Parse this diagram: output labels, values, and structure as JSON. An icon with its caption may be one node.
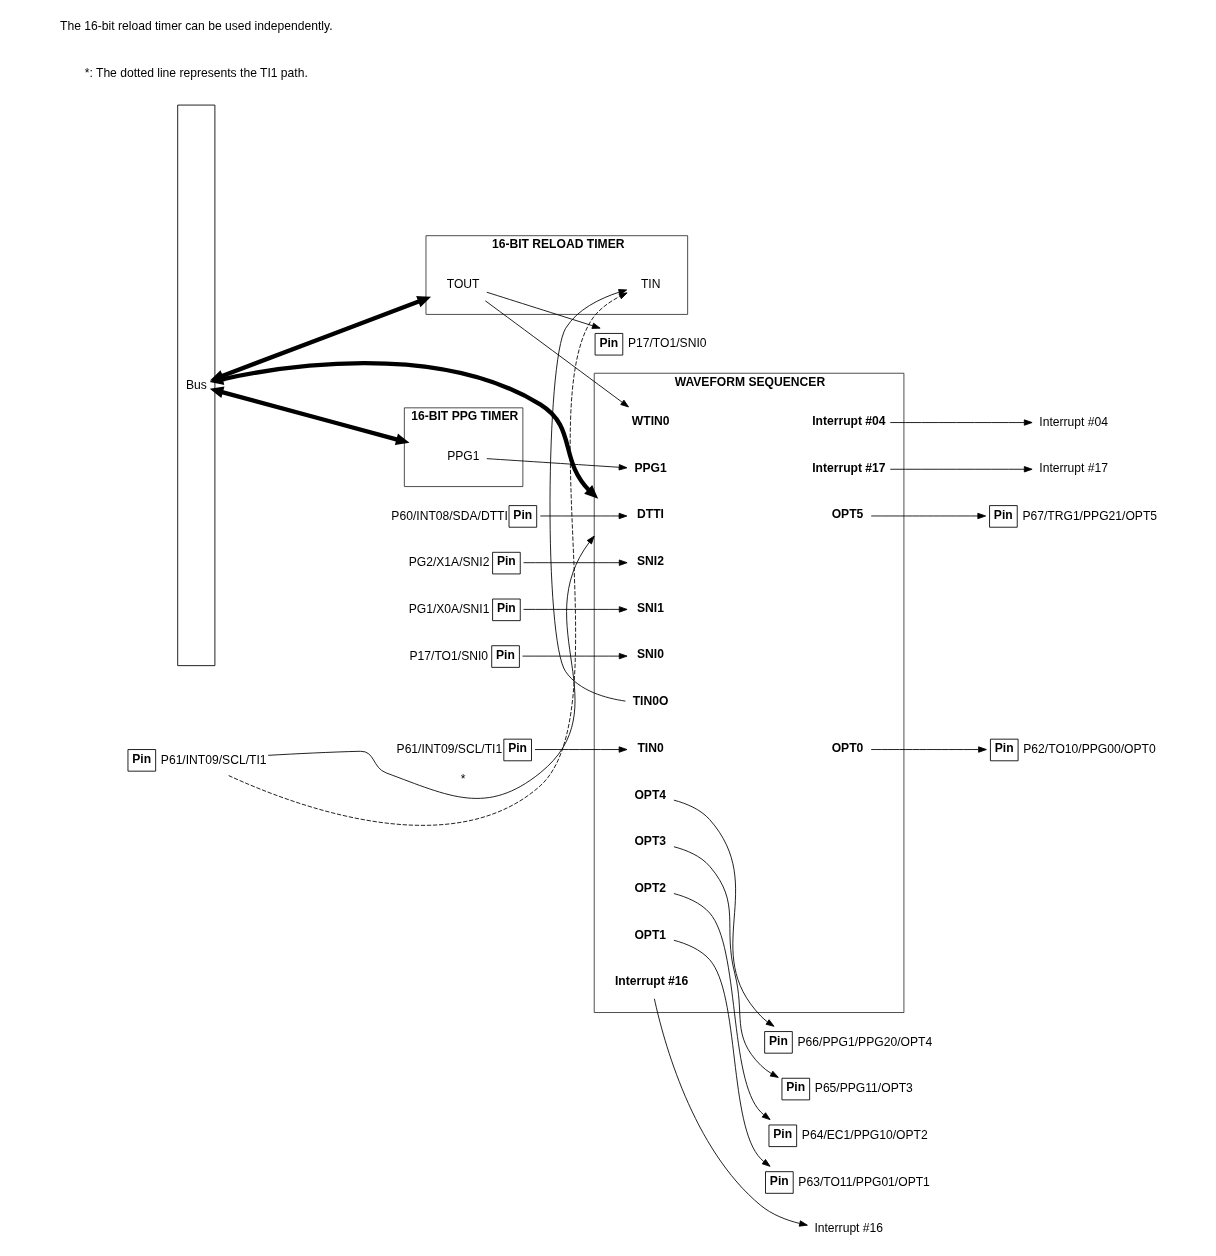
{
  "diagram": {
    "nodes": [
      {
        "text": [
          "Bus"
        ]
      },
      {
        "text": [
          "WAVEFORM SEQUENCER"
        ]
      },
      {
        "text": [
          "DTTI"
        ],
        "in": 1
      },
      {
        "text": [
          "SNI2"
        ],
        "in": 1
      },
      {
        "text": [
          "SNI1"
        ],
        "in": 1
      },
      {
        "text": [
          "SNI0"
        ],
        "in": 1
      },
      {
        "text": [
          "TIN0"
        ],
        "in": 1
      },
      {
        "text": [
          "PPG1"
        ],
        "in": 1
      },
      {
        "text": [
          "WTIN0"
        ],
        "in": 1
      },
      {
        "text": [
          "TIN0O"
        ],
        "in": 1
      },
      {
        "text": [
          "OPT5"
        ],
        "in": 1
      },
      {
        "text": [
          "OPT4"
        ],
        "in": 1
      },
      {
        "text": [
          "OPT3"
        ],
        "in": 1
      },
      {
        "text": [
          "OPT2"
        ],
        "in": 1
      },
      {
        "text": [
          "OPT1"
        ],
        "in": 1
      },
      {
        "text": [
          "OPT0"
        ],
        "in": 1
      },
      {
        "text": [
          "Interrupt #04"
        ],
        "in": 1
      },
      {
        "text": [
          "Interrupt #16"
        ],
        "in": 1
      },
      {
        "text": [
          "Interrupt #17"
        ],
        "in": 1
      },
      {
        "text": [
          "Pin"
        ],
        "beside": [
          "P60/INT08/SDA/DTTI"
        ]
      },
      {
        "text": [
          "Pin"
        ],
        "beside": [
          "PG2/X1A/SNI2"
        ]
      },
      {
        "text": [
          "Pin"
        ],
        "beside": [
          "PG1/X0A/SNI1"
        ]
      },
      {
        "text": [
          "Pin"
        ],
        "beside": [
          "P17/TO1/SNI0"
        ]
      },
      {
        "text": [
          "Pin"
        ],
        "beside": [
          "P61/INT09/SCL/TI1"
        ]
      },
      {
        "text": [
          "Pin"
        ],
        "beside": [
          "P67/TRG1/PPG21/OPT5"
        ]
      },
      {
        "text": [
          "Pin"
        ],
        "beside": [
          "P66/PPG1/PPG20/OPT4"
        ]
      },
      {
        "text": [
          "Pin"
        ],
        "beside": [
          "P65/PPG11/OPT3"
        ]
      },
      {
        "text": [
          "Pin"
        ],
        "beside": [
          "P64/EC1/PPG10/OPT2"
        ]
      },
      {
        "text": [
          "Pin"
        ],
        "beside": [
          "P63/TO11/PPG01/OPT1"
        ]
      },
      {
        "text": [
          "Pin"
        ],
        "beside": [
          "P62/TO10/PPG00/OPT0"
        ]
      },
      {
        "text": [
          "16-BIT PPG TIMER"
        ]
      },
      {
        "text": [
          "PPG1"
        ],
        "in": 30
      },
      {
        "text": [
          "16-BIT RELOAD TIMER"
        ]
      },
      {
        "text": [
          "TOUT"
        ],
        "in": 32
      },
      {
        "text": [
          "TIN"
        ],
        "in": 32
      },
      {
        "text": [
          "Interrupt #04"
        ]
      },
      {
        "text": [
          "Interrupt #16"
        ]
      },
      {
        "text": [
          "Interrupt #17"
        ]
      },
      {
        "text": [
          "Pin"
        ],
        "beside": [
          "P61/INT09/SCL/TI1"
        ]
      },
      {
        "text": [
          "Pin"
        ],
        "beside": [
          "P17/TO1/SNI0"
        ]
      }
    ],
    "edges": [
      {
        "from": 19,
        "to": 2,
        "arrow": "to"
      },
      {
        "from": 20,
        "to": 3,
        "arrow": "to"
      },
      {
        "from": 21,
        "to": 4,
        "arrow": "to"
      },
      {
        "from": 22,
        "to": 5,
        "arrow": "to"
      },
      {
        "from": 23,
        "to": 6,
        "arrow": "to"
      },
      {
        "from": 10,
        "to": 24,
        "arrow": "to"
      },
      {
        "from": 11,
        "to": 25,
        "arrow": "to"
      },
      {
        "from": 12,
        "to": 26,
        "arrow": "to"
      },
      {
        "from": 13,
        "to": 27,
        "arrow": "to"
      },
      {
        "from": 14,
        "to": 28,
        "arrow": "to"
      },
      {
        "from": 15,
        "to": 29,
        "arrow": "to"
      },
      {
        "from": 0,
        "to": 1,
        "arrow": "both",
        "style": "thick"
      },
      {
        "from": 0,
        "to": 30,
        "arrow": "both",
        "style": "thick"
      },
      {
        "from": 0,
        "to": 32,
        "arrow": "both",
        "style": "thick"
      },
      {
        "from": 31,
        "to": 7,
        "arrow": "to"
      },
      {
        "from": 16,
        "to": 35,
        "arrow": "to"
      },
      {
        "from": 17,
        "to": 36,
        "arrow": "to"
      },
      {
        "from": 18,
        "to": 37,
        "arrow": "to"
      },
      {
        "from": 33,
        "to": 8,
        "arrow": "to"
      },
      {
        "from": 33,
        "to": 39,
        "arrow": "to"
      },
      {
        "from": 9,
        "to": 34,
        "arrow": "to"
      },
      {
        "from": 38,
        "to": 1,
        "arrow": "to"
      },
      {
        "from": 38,
        "to": 34,
        "arrow": "to",
        "style": "dashed",
        "label": "*"
      }
    ],
    "labels": [
      "*: The dotted line represents the TI1 path.",
      "The 16-bit reload timer can be used independently."
    ]
  }
}
